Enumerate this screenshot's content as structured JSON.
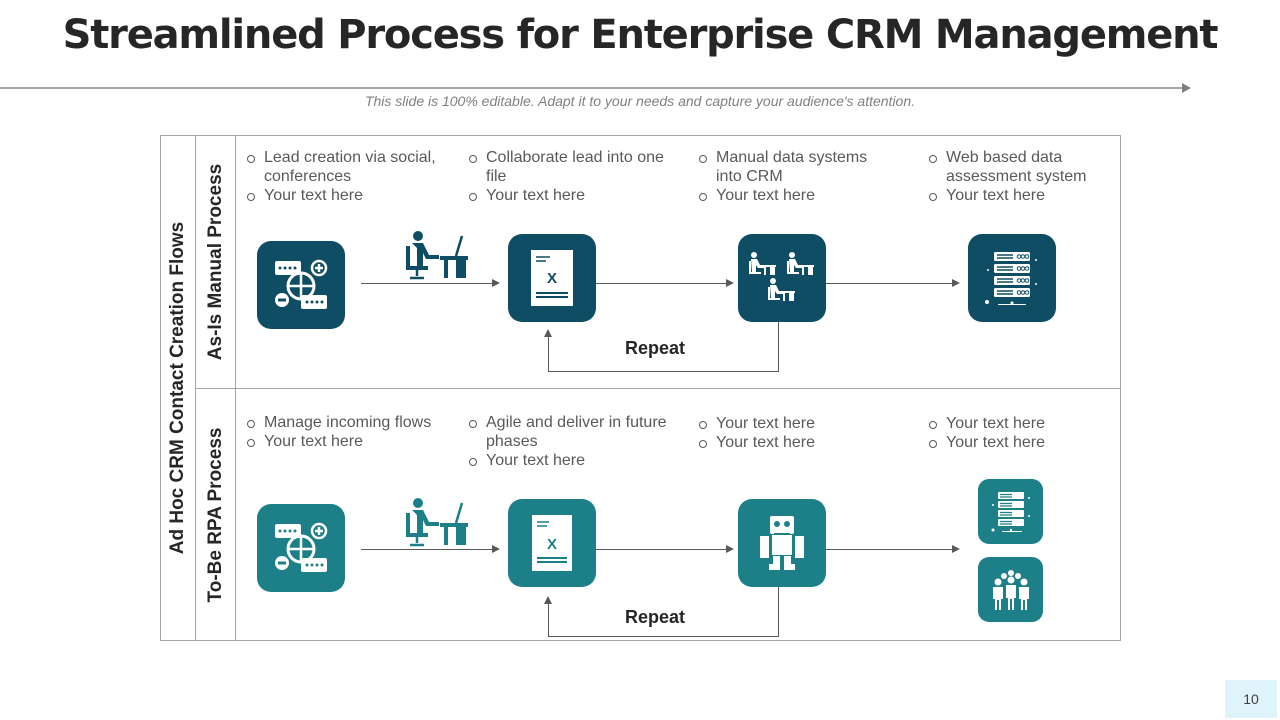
{
  "slide": {
    "title": "Streamlined Process for Enterprise CRM Management",
    "subtitle": "This slide is 100% editable. Adapt it to your needs and capture your audience's attention.",
    "page_number": "10"
  },
  "diagram": {
    "main_label": "Ad Hoc CRM Contact Creation Flows",
    "colors": {
      "as_is_icon_bg": "#0f4d64",
      "to_be_icon_bg": "#1d8089",
      "lines": "#595959",
      "page_badge_bg": "#dff3fb"
    },
    "as_is": {
      "label": "As-Is Manual Process",
      "repeat_label": "Repeat",
      "steps": [
        {
          "icon": "social-network-icon",
          "bullets": [
            "Lead creation via social, conferences",
            "Your text here"
          ]
        },
        {
          "icon": "spreadsheet-file-icon",
          "bullets": [
            "Collaborate lead into one file",
            "Your text here"
          ]
        },
        {
          "icon": "team-desk-workers-icon",
          "bullets": [
            "Manual data systems into CRM",
            "Your text here"
          ]
        },
        {
          "icon": "server-rack-icon",
          "bullets": [
            "Web based data assessment system",
            "Your text here"
          ]
        }
      ],
      "connector_icon": "desk-worker-icon"
    },
    "to_be": {
      "label": "To-Be RPA Process",
      "repeat_label": "Repeat",
      "steps": [
        {
          "icon": "social-network-icon",
          "bullets": [
            "Manage incoming flows",
            "Your text here"
          ]
        },
        {
          "icon": "spreadsheet-file-icon",
          "bullets": [
            "Agile and deliver in future phases",
            "Your text here"
          ]
        },
        {
          "icon": "robot-icon",
          "bullets": [
            "Your text here",
            "Your text here"
          ]
        },
        {
          "icon": "server-rack-icon",
          "icon2": "people-group-icon",
          "bullets": [
            "Your text here",
            "Your text here"
          ]
        }
      ],
      "connector_icon": "desk-worker-icon"
    }
  }
}
